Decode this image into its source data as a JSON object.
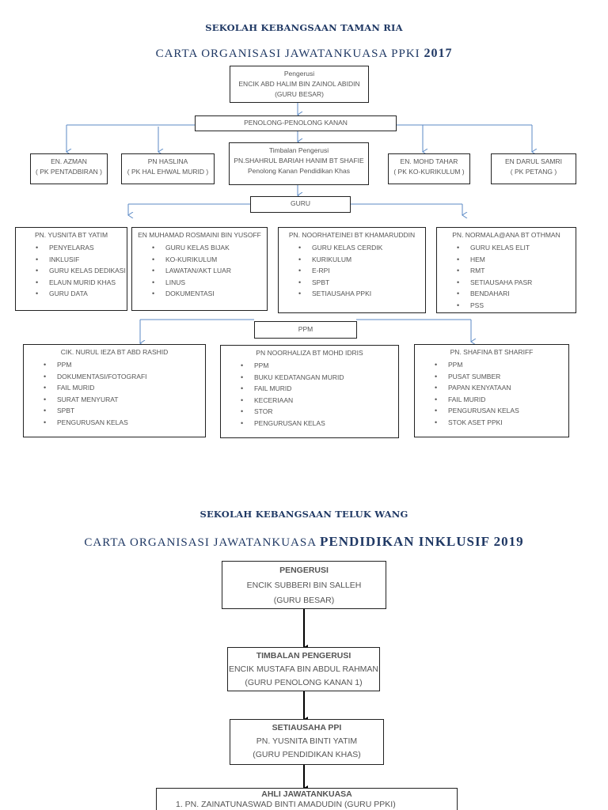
{
  "chart1": {
    "school": "SEKOLAH KEBANGSAAN TAMAN RIA",
    "title_main": "CARTA ORGANISASI JAWATANKUASA PPKI",
    "title_year": "2017",
    "chairman": {
      "role": "Pengerusi",
      "name": "ENCIK ABD HALIM BIN ZAINOL ABIDIN",
      "post": "(GURU BESAR)"
    },
    "assistants_label": "PENOLONG-PENOLONG KANAN",
    "assistants": [
      {
        "name": "EN. AZMAN",
        "post": "( PK PENTADBIRAN )"
      },
      {
        "name": "PN HASLINA",
        "post": "( PK HAL EHWAL MURID )"
      },
      {
        "name": "EN. MOHD TAHAR",
        "post": "( PK KO-KURIKULUM )"
      },
      {
        "name": "EN DARUL SAMRI",
        "post": "( PK PETANG )"
      }
    ],
    "deputy": {
      "role": "Timbalan Pengerusi",
      "name": "PN.SHAHRUL BARIAH HANIM BT SHAFIE",
      "post": "Penolong Kanan Pendidikan Khas"
    },
    "guru_label": "GURU",
    "teachers": [
      {
        "name": "PN. YUSNITA BT YATIM",
        "tasks": [
          "PENYELARAS",
          "INKLUSIF",
          "GURU KELAS DEDIKASI",
          "ELAUN MURID KHAS",
          "GURU DATA"
        ]
      },
      {
        "name": "EN MUHAMAD ROSMAINI BIN YUSOFF",
        "tasks": [
          "GURU KELAS BIJAK",
          "KO-KURIKULUM",
          "LAWATAN/AKT LUAR",
          "LINUS",
          "DOKUMENTASI"
        ]
      },
      {
        "name": "PN. NOORHATEINEI BT KHAMARUDDIN",
        "tasks": [
          "GURU KELAS CERDIK",
          "KURIKULUM",
          "E-RPI",
          "SPBT",
          "SETIAUSAHA PPKI"
        ]
      },
      {
        "name": "PN. NORMALA@ANA BT OTHMAN",
        "tasks": [
          "GURU KELAS ELIT",
          "HEM",
          "RMT",
          "SETIAUSAHA PASR",
          "BENDAHARI",
          "PSS"
        ]
      }
    ],
    "ppm_label": "PPM",
    "ppm": [
      {
        "name": "CIK. NURUL IEZA BT ABD RASHID",
        "tasks": [
          "PPM",
          "DOKUMENTASI/FOTOGRAFI",
          "FAIL MURID",
          "SURAT MENYURAT",
          "SPBT",
          "PENGURUSAN KELAS"
        ]
      },
      {
        "name": "PN NOORHALIZA BT MOHD IDRIS",
        "tasks": [
          "PPM",
          "BUKU KEDATANGAN MURID",
          "FAIL MURID",
          "KECERIAAN",
          "STOR",
          "PENGURUSAN KELAS"
        ]
      },
      {
        "name": "PN. SHAFINA BT SHARIFF",
        "tasks": [
          "PPM",
          "PUSAT SUMBER",
          "PAPAN KENYATAAN",
          "FAIL MURID",
          "PENGURUSAN KELAS",
          "STOK ASET PPKI"
        ]
      }
    ]
  },
  "chart2": {
    "school": "SEKOLAH KEBANGSAAN TELUK WANG",
    "title_main": "CARTA ORGANISASI JAWATANKUASA",
    "title_rest": "PENDIDIKAN INKLUSIF 2019",
    "chairman": {
      "role": "PENGERUSI",
      "name": "ENCIK SUBBERI BIN SALLEH",
      "post": "(GURU BESAR)"
    },
    "deputy": {
      "role": "TIMBALAN PENGERUSI",
      "name": "ENCIK MUSTAFA BIN ABDUL RAHMAN",
      "post": "(GURU PENOLONG KANAN 1)"
    },
    "secretary": {
      "role": "SETIAUSAHA PPI",
      "name": "PN. YUSNITA BINTI YATIM",
      "post": "(GURU PENDIDIKAN KHAS)"
    },
    "committee_label": "AHLI JAWATANKUASA",
    "committee": [
      "1.   PN. ZAINATUNASWAD BINTI AMADUDIN (GURU PPKI)"
    ]
  },
  "colors": {
    "title": "#1f3864",
    "connector1": "#5b8ac6",
    "connector2": "#000000"
  }
}
